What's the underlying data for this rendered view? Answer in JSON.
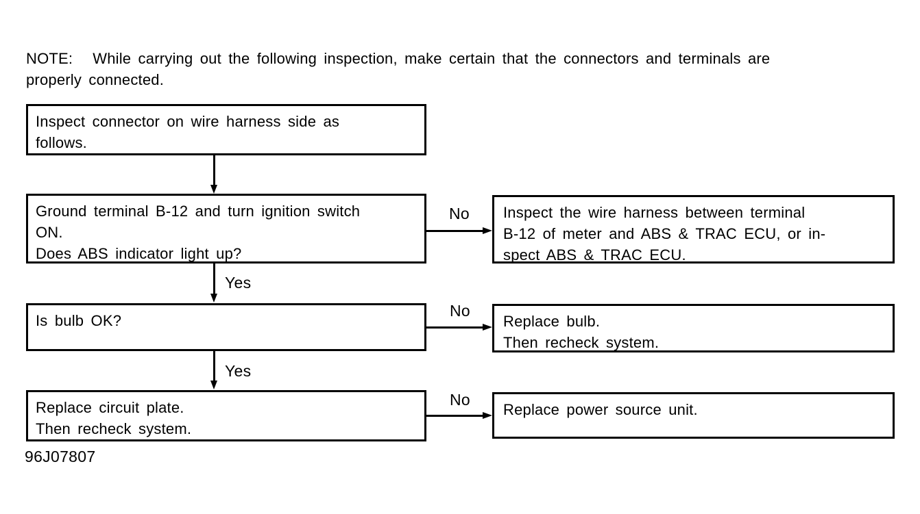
{
  "colors": {
    "ink": "#000000",
    "paper": "#ffffff"
  },
  "note": {
    "label": "NOTE:",
    "line1": "While carrying out the following inspection, make certain that the connectors and terminals are",
    "line2": "properly connected.",
    "full_text": "NOTE: While carrying out the following inspection, make certain that the connectors and terminals are properly connected."
  },
  "figure_code": "96J07807",
  "flowchart": {
    "type": "troubleshooting-flowchart",
    "nodes": {
      "step1": {
        "lines": [
          "Inspect connector on wire harness side as",
          "follows."
        ]
      },
      "step2": {
        "lines": [
          "Ground terminal B-12 and turn ignition switch",
          "ON.",
          "Does ABS indicator light up?"
        ]
      },
      "step3": {
        "lines": [
          "Is bulb OK?"
        ]
      },
      "step4": {
        "lines": [
          "Replace circuit plate.",
          "Then recheck system."
        ]
      },
      "result_no_1": {
        "lines": [
          "Inspect the wire harness between terminal",
          "B-12 of meter and ABS & TRAC ECU, or in-",
          "spect ABS & TRAC ECU."
        ]
      },
      "result_no_2": {
        "lines": [
          "Replace bulb.",
          "Then recheck system."
        ]
      },
      "result_no_3": {
        "lines": [
          "Replace power source unit."
        ]
      }
    },
    "edges": [
      {
        "from": "step1",
        "to": "step2",
        "label": ""
      },
      {
        "from": "step2",
        "to": "result_no_1",
        "label": "No"
      },
      {
        "from": "step2",
        "to": "step3",
        "label": "Yes"
      },
      {
        "from": "step3",
        "to": "result_no_2",
        "label": "No"
      },
      {
        "from": "step3",
        "to": "step4",
        "label": "Yes"
      },
      {
        "from": "step4",
        "to": "result_no_3",
        "label": "No"
      }
    ]
  }
}
